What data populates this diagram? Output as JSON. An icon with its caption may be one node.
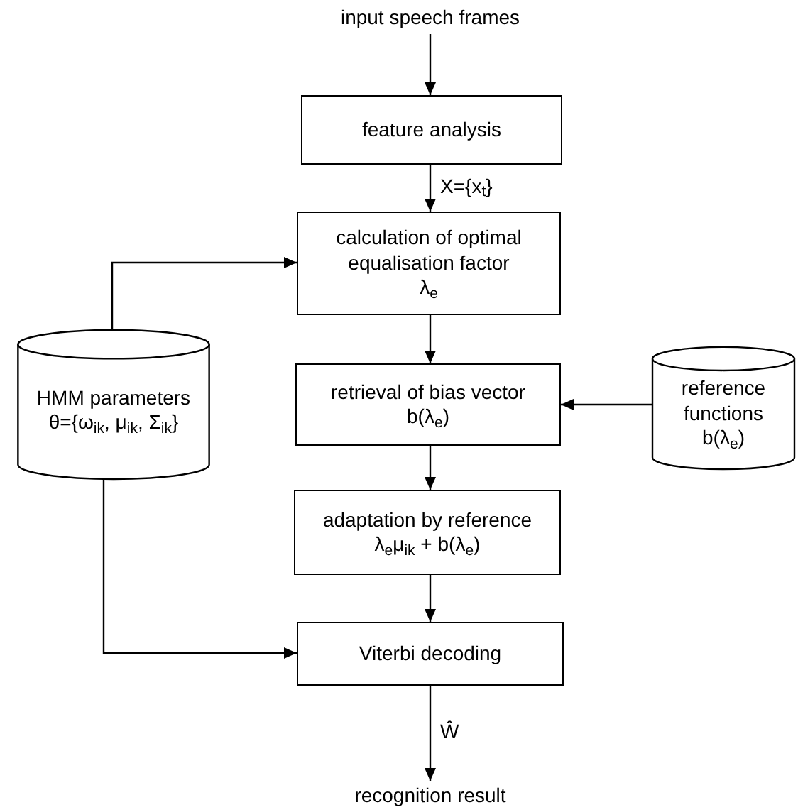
{
  "diagram": {
    "nodes": [
      {
        "text": [
          "input speech frames"
        ]
      },
      {
        "text": [
          "feature analysis"
        ]
      },
      {
        "text": [
          "calculation of optimal equalisation factor",
          "λ$_{e}$"
        ]
      },
      {
        "text": [
          "HMM parameters",
          "θ={ω$_{ik}$, μ$_{ik}$, Σ$_{ik}$}"
        ]
      },
      {
        "text": [
          "retrieval of bias vector",
          "b(λ$_{e}$)"
        ]
      },
      {
        "text": [
          "reference functions",
          "b(λ$_{e}$)"
        ]
      },
      {
        "text": [
          "adaptation by reference",
          "λ$_{e}$μ$_{ik}$ + b(λ$_{e}$)"
        ]
      },
      {
        "text": [
          "Viterbi decoding"
        ]
      },
      {
        "text": [
          "recognition result"
        ]
      }
    ],
    "edges": [
      {
        "from": 0,
        "to": 1,
        "arrow": "to"
      },
      {
        "from": 1,
        "to": 2,
        "arrow": "to",
        "label": "X={x$_{t}$}"
      },
      {
        "from": 3,
        "to": 2,
        "arrow": "to"
      },
      {
        "from": 2,
        "to": 4,
        "arrow": "to"
      },
      {
        "from": 5,
        "to": 4,
        "arrow": "to"
      },
      {
        "from": 4,
        "to": 6,
        "arrow": "to"
      },
      {
        "from": 6,
        "to": 7,
        "arrow": "to"
      },
      {
        "from": 3,
        "to": 7,
        "arrow": "to"
      },
      {
        "from": 7,
        "to": 8,
        "arrow": "to",
        "label": "Ŵ"
      }
    ]
  }
}
